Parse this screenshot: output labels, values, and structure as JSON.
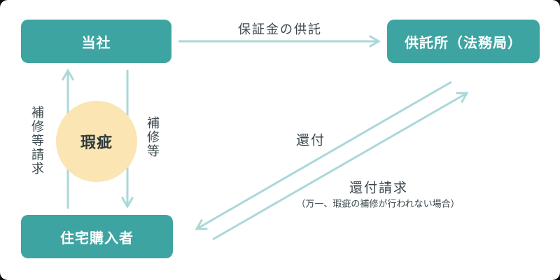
{
  "colors": {
    "node_fill": "#3EA4A1",
    "node_text": "#FFFFFF",
    "arrow": "#ABD8D9",
    "defect_fill": "#FAE5B3",
    "defect_text": "#2E3A3E",
    "label_text": "#3A474D",
    "background": "#FFFFFF"
  },
  "nodes": {
    "company": {
      "label": "当社"
    },
    "depository": {
      "label": "供託所（法務局）"
    },
    "buyer": {
      "label": "住宅購入者"
    }
  },
  "defect": {
    "label": "瑕疵"
  },
  "edges": {
    "deposit": {
      "label": "保証金の供託",
      "from": "company",
      "to": "depository"
    },
    "repair_request": {
      "label": "補修等請求",
      "from": "buyer",
      "to": "company"
    },
    "repair": {
      "label": "補修等",
      "from": "company",
      "to": "buyer"
    },
    "refund": {
      "label": "還付",
      "from": "depository",
      "to": "buyer"
    },
    "refund_request": {
      "label": "還付請求",
      "note": "（万一、瑕疵の補修が行われない場合）",
      "from": "buyer",
      "to": "depository"
    }
  }
}
